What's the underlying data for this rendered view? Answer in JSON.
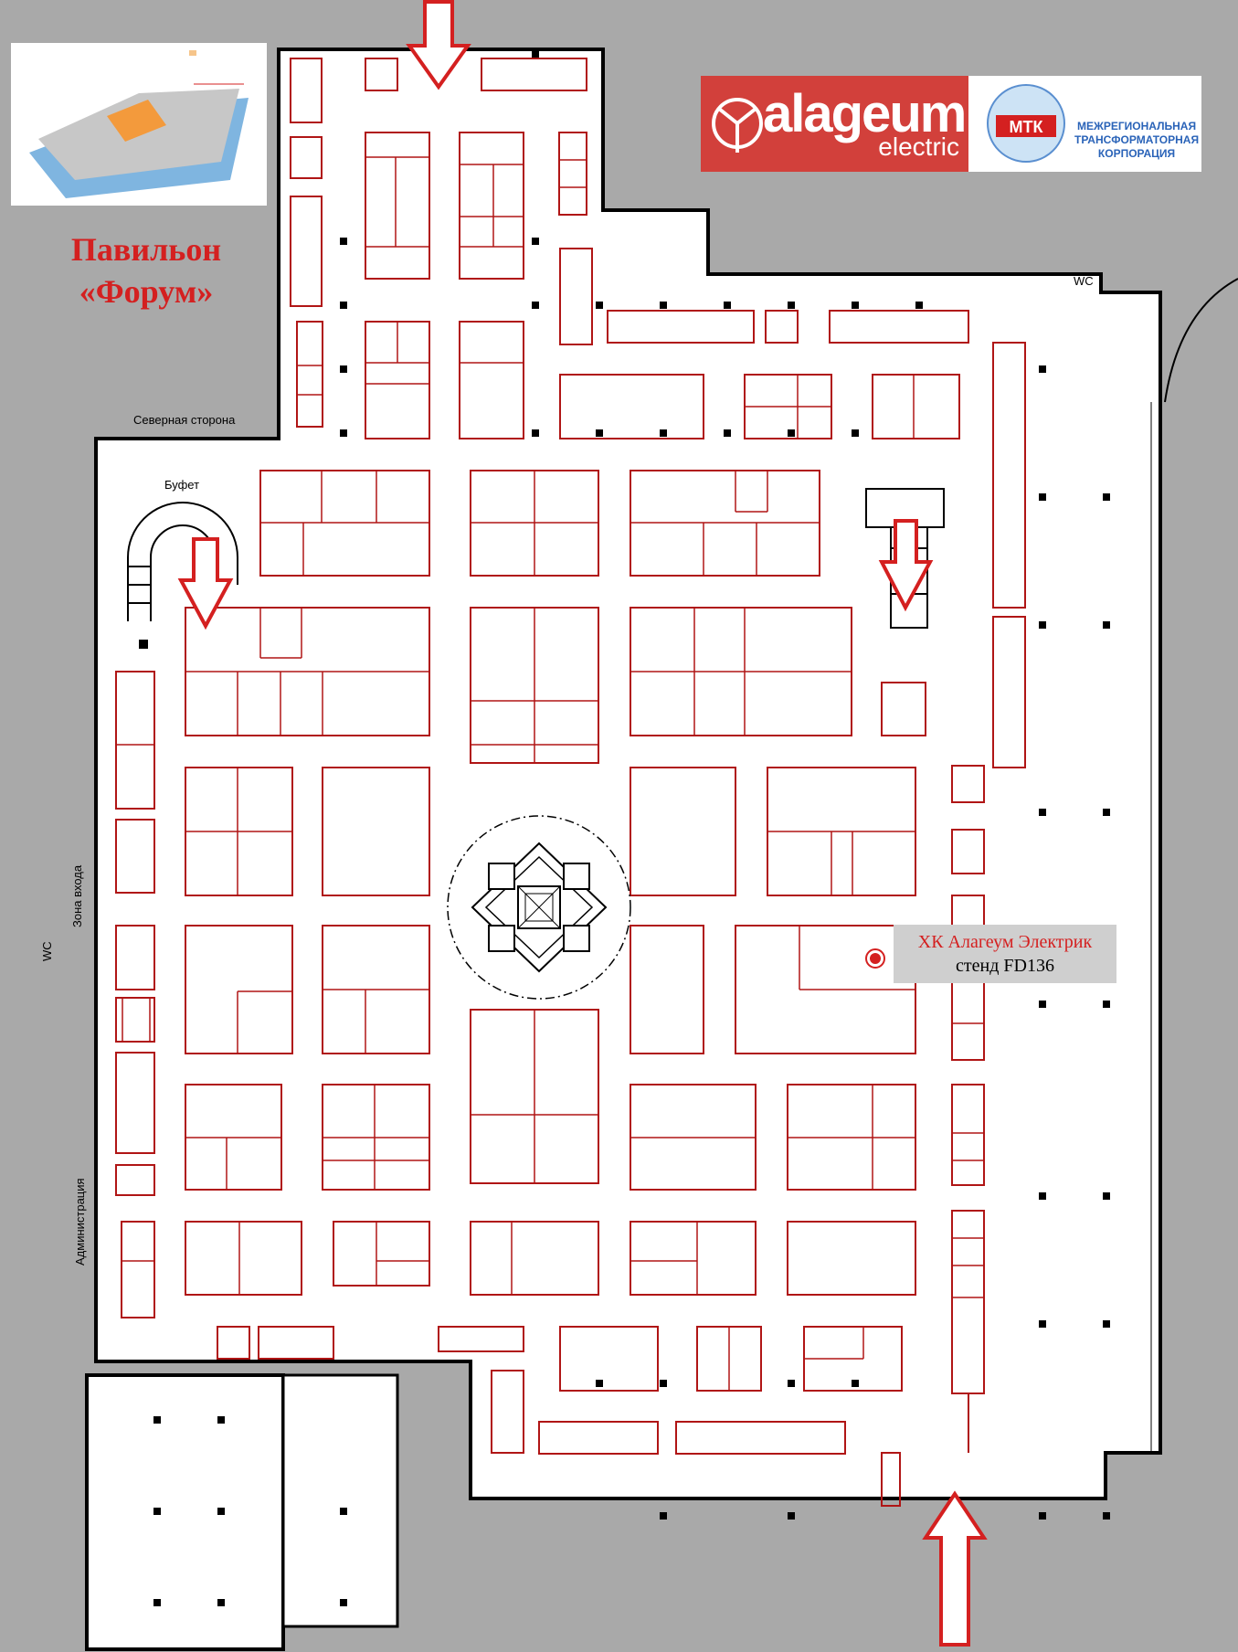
{
  "pavilion_title": {
    "line1": "Павильон",
    "line2": "«Форум»"
  },
  "logo": {
    "alageum_main": "alageum",
    "alageum_sub": "electric",
    "mtk_badge": "МТК",
    "mtk_line1": "МЕЖРЕГИОНАЛЬНАЯ",
    "mtk_line2": "ТРАНСФОРМАТОРНАЯ",
    "mtk_line3": "КОРПОРАЦИЯ"
  },
  "callout": {
    "line1": "ХК Алагеум Электрик",
    "line2": "стенд FD136"
  },
  "labels": {
    "north_side": "Северная сторона",
    "buffet": "Буфет",
    "entrance_zone": "Зона входа",
    "wc_left": "WC",
    "wc_top": "WC",
    "administration": "Администрация"
  },
  "colors": {
    "booth": "#b01515",
    "wall": "#000000",
    "floor": "#ffffff",
    "background": "#a9a9a9",
    "marker": "#d42020"
  }
}
